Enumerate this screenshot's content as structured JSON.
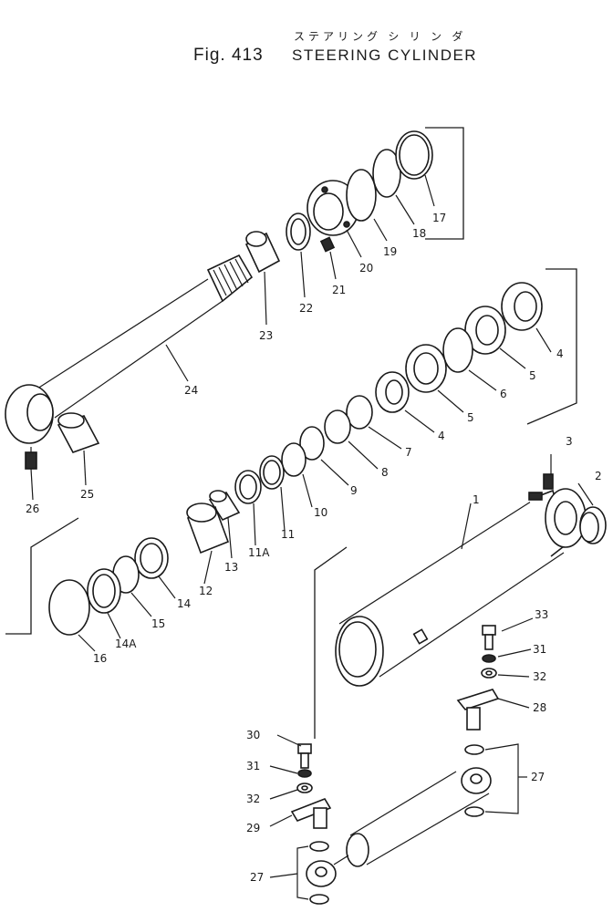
{
  "caption": {
    "figure_number": "Fig. 413",
    "title_japanese": "ステアリング シ リ ン ダ",
    "title": "STEERING CYLINDER"
  },
  "callouts": [
    {
      "id": "17",
      "label": "17"
    },
    {
      "id": "18",
      "label": "18"
    },
    {
      "id": "19",
      "label": "19"
    },
    {
      "id": "20",
      "label": "20"
    },
    {
      "id": "21",
      "label": "21"
    },
    {
      "id": "22",
      "label": "22"
    },
    {
      "id": "23",
      "label": "23"
    },
    {
      "id": "24",
      "label": "24"
    },
    {
      "id": "25",
      "label": "25"
    },
    {
      "id": "26",
      "label": "26"
    },
    {
      "id": "4a",
      "label": "4"
    },
    {
      "id": "5a",
      "label": "5"
    },
    {
      "id": "6",
      "label": "6"
    },
    {
      "id": "5b",
      "label": "5"
    },
    {
      "id": "4b",
      "label": "4"
    },
    {
      "id": "7",
      "label": "7"
    },
    {
      "id": "8",
      "label": "8"
    },
    {
      "id": "9",
      "label": "9"
    },
    {
      "id": "10",
      "label": "10"
    },
    {
      "id": "11",
      "label": "11"
    },
    {
      "id": "11a",
      "label": "11A"
    },
    {
      "id": "13",
      "label": "13"
    },
    {
      "id": "12",
      "label": "12"
    },
    {
      "id": "14",
      "label": "14"
    },
    {
      "id": "15",
      "label": "15"
    },
    {
      "id": "14a",
      "label": "14A"
    },
    {
      "id": "16",
      "label": "16"
    },
    {
      "id": "3",
      "label": "3"
    },
    {
      "id": "2",
      "label": "2"
    },
    {
      "id": "1",
      "label": "1"
    },
    {
      "id": "33",
      "label": "33"
    },
    {
      "id": "31a",
      "label": "31"
    },
    {
      "id": "32a",
      "label": "32"
    },
    {
      "id": "28",
      "label": "28"
    },
    {
      "id": "30",
      "label": "30"
    },
    {
      "id": "31b",
      "label": "31"
    },
    {
      "id": "32b",
      "label": "32"
    },
    {
      "id": "29",
      "label": "29"
    },
    {
      "id": "27a",
      "label": "27"
    },
    {
      "id": "27b",
      "label": "27"
    }
  ]
}
